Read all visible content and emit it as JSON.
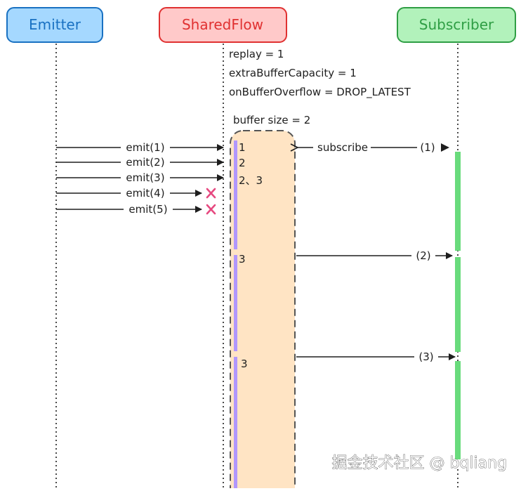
{
  "actors": {
    "emitter": "Emitter",
    "sharedflow": "SharedFlow",
    "subscriber": "Subscriber"
  },
  "config": {
    "replay": "replay = 1",
    "extra_buffer": "extraBufferCapacity = 1",
    "overflow": "onBufferOverflow = DROP_LATEST",
    "buffer_size": "buffer size = 2"
  },
  "emits": [
    "emit(1)",
    "emit(2)",
    "emit(3)",
    "emit(4)",
    "emit(5)"
  ],
  "buffer_states": [
    "1",
    "2",
    "2、3",
    "3",
    "3"
  ],
  "subscribe_label": "subscribe",
  "deliveries": [
    "(1)",
    "(2)",
    "(3)"
  ],
  "watermark": "掘金技术社区 @ bqliang",
  "colors": {
    "emitter_fill": "#a5d8ff",
    "emitter_stroke": "#1971c2",
    "sharedflow_fill": "#ffc9c9",
    "sharedflow_stroke": "#e03131",
    "subscriber_fill": "#b2f2bb",
    "subscriber_stroke": "#2f9e44",
    "buffer_fill": "#ffe4c4",
    "active_bar": "#b197fc",
    "subscriber_bar": "#69db7c",
    "drop_mark": "#e64980"
  }
}
